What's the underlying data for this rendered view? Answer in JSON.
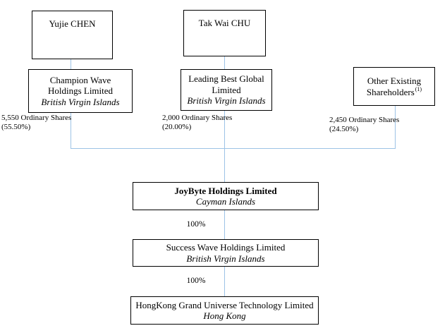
{
  "colors": {
    "line": "#9dc3e6",
    "border": "#000000",
    "background": "#ffffff"
  },
  "nodes": {
    "yujie_chen": {
      "name": "Yujie CHEN"
    },
    "tak_wai_chu": {
      "name": "Tak Wai CHU"
    },
    "champion_wave": {
      "line1": "Champion Wave",
      "line2": "Holdings Limited",
      "jurisdiction": "British Virgin Islands"
    },
    "leading_best": {
      "line1": "Leading Best Global",
      "line2": "Limited",
      "jurisdiction": "British Virgin Islands"
    },
    "other_shareholders": {
      "line1": "Other Existing",
      "line2": "Shareholders",
      "footnote": "(1)"
    },
    "joybyte": {
      "name": "JoyByte Holdings Limited",
      "jurisdiction": "Cayman Islands"
    },
    "success_wave": {
      "name": "Success Wave Holdings Limited",
      "jurisdiction": "British Virgin Islands"
    },
    "hongkong_grand": {
      "name": "HongKong Grand Universe Technology Limited",
      "jurisdiction": "Hong Kong"
    }
  },
  "labels": {
    "champion_shares": {
      "line1": "5,550 Ordinary Shares",
      "line2": "(55.50%)"
    },
    "leading_shares": {
      "line1": "2,000 Ordinary Shares",
      "line2": "(20.00%)"
    },
    "other_shares": {
      "line1": "2,450 Ordinary Shares",
      "line2": "(24.50%)"
    },
    "joybyte_to_success": "100%",
    "success_to_hongkong": "100%"
  }
}
